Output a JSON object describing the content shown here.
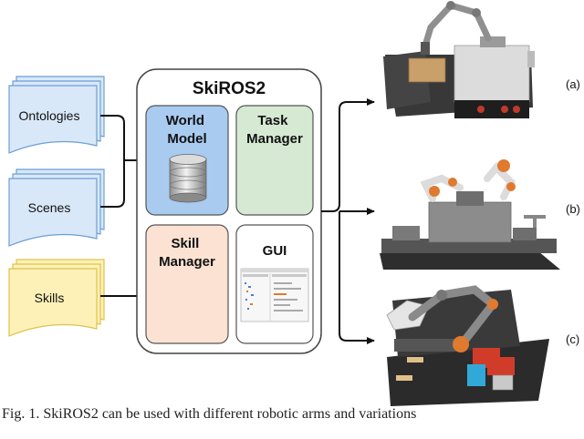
{
  "inputs": {
    "ontologies": "Ontologies",
    "scenes": "Scenes",
    "skills": "Skills"
  },
  "system": {
    "title": "SkiROS2",
    "world_model": [
      "World",
      "Model"
    ],
    "task_manager": [
      "Task",
      "Manager"
    ],
    "skill_manager": [
      "Skill",
      "Manager"
    ],
    "gui": "GUI"
  },
  "outputs": {
    "a": "(a)",
    "b": "(b)",
    "c": "(c)"
  },
  "caption": "Fig. 1.   SkiROS2 can be used with different robotic arms and variations",
  "colors": {
    "doc_blue_fill": "#d9e8f8",
    "doc_blue_stroke": "#6b9fd6",
    "doc_yellow_fill": "#fdf1b8",
    "doc_yellow_stroke": "#e0c24a",
    "world_model_fill": "#a9cbf0",
    "task_manager_fill": "#d6ead3",
    "skill_manager_fill": "#fbe2d3"
  }
}
